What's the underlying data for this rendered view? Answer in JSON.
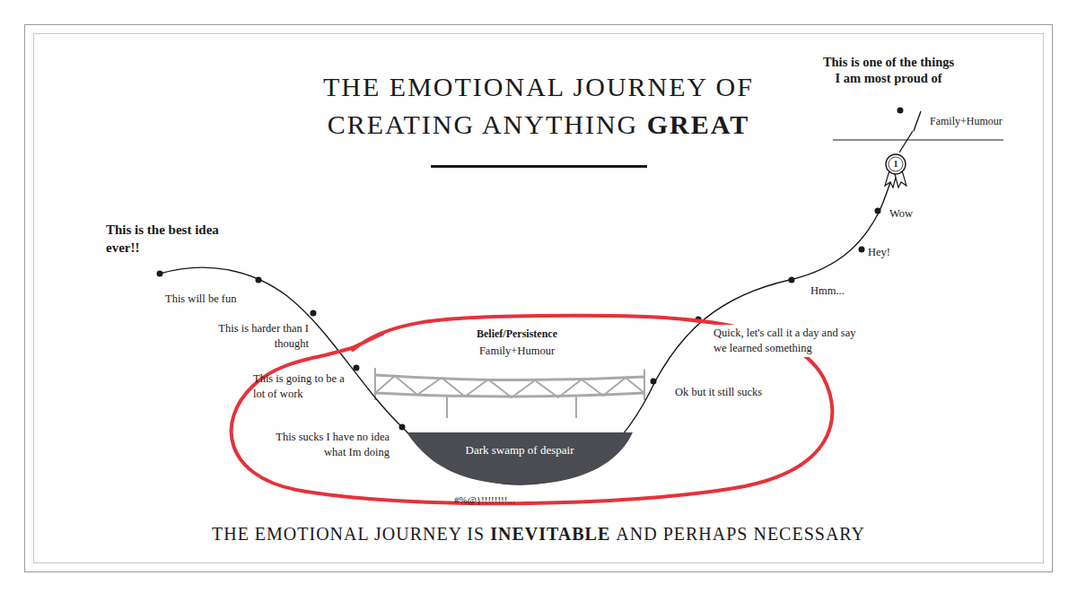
{
  "diagram": {
    "title": "THE EMOTIONAL JOURNEY OF CREATING ANYTHING GREAT",
    "caption": "THE EMOTIONAL JOURNEY IS INEVITABLE AND PERHAPS NECESSARY",
    "nodes": [
      {
        "text": [
          "Dark swamp of despair"
        ]
      }
    ],
    "labels": [
      "This is the best idea ever!!",
      "This will be fun",
      "This is harder than I thought",
      "This is going to be a lot of work",
      "This sucks I have no idea what Im doing",
      "#%@}!!!!!!!!...",
      "Belief/Persistence",
      "Family+Humour",
      "Ok but it still sucks",
      "Quick, let's call it a day and say we learned something",
      "Hmm...",
      "Hey!",
      "Wow",
      "1",
      "This is one of the things I am most proud of",
      "Family+Humour"
    ]
  }
}
